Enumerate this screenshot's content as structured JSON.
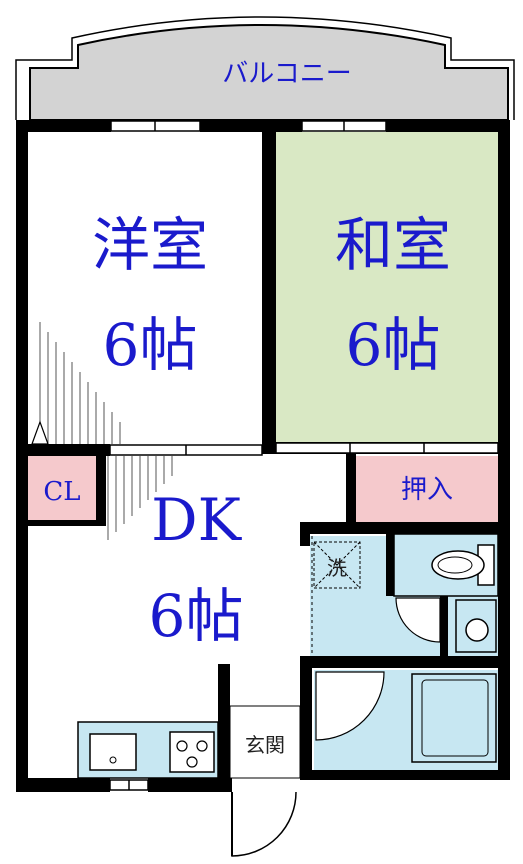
{
  "rooms": {
    "balcony": {
      "label": "バルコニー"
    },
    "western_room": {
      "name": "洋室",
      "size": "6帖"
    },
    "japanese_room": {
      "name": "和室",
      "size": "6帖"
    },
    "closet": {
      "label": "CL"
    },
    "oshiire": {
      "label": "押入"
    },
    "dining_kitchen": {
      "name": "DK",
      "size": "6帖"
    },
    "washer": {
      "label": "洗"
    },
    "entrance": {
      "label": "玄関"
    }
  },
  "colors": {
    "wall": "#000000",
    "balcony": "#d3d3d3",
    "japanese_room": "#d9e8c4",
    "storage": "#f5c9cc",
    "wet_area": "#c7e7f2",
    "label_text": "#1a1acc"
  }
}
